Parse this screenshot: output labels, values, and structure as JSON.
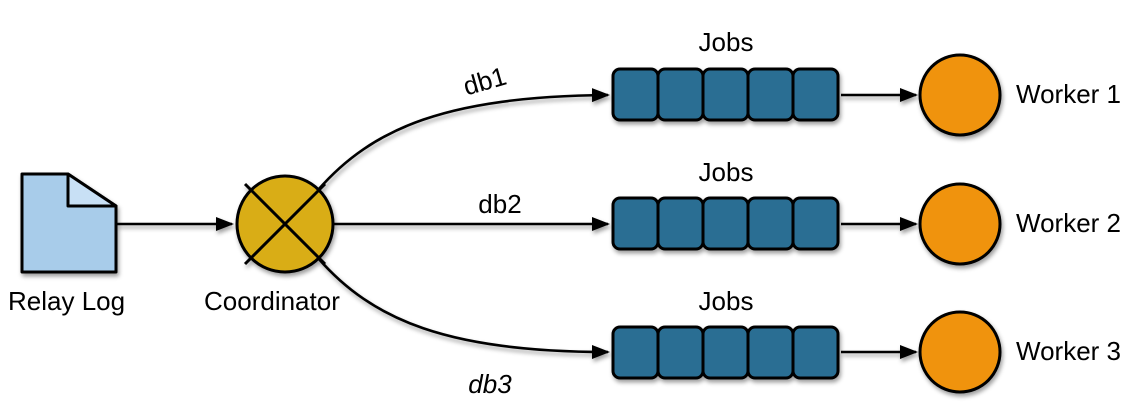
{
  "diagram": {
    "title": "relay-log-parallel-replication",
    "source": {
      "label": "Relay Log"
    },
    "coordinator": {
      "label": "Coordinator"
    },
    "channels": [
      {
        "label": "db1",
        "queue_label": "Jobs",
        "slots": 5,
        "worker_label": "Worker 1"
      },
      {
        "label": "db2",
        "queue_label": "Jobs",
        "slots": 5,
        "worker_label": "Worker 2"
      },
      {
        "label": "db3",
        "queue_label": "Jobs",
        "slots": 5,
        "worker_label": "Worker 3"
      }
    ],
    "colors": {
      "background": "#FFFFFF",
      "document_fill": "#A8CCEA",
      "document_fold_fill": "#C8E0F5",
      "coordinator_fill": "#D9AD17",
      "queue_fill": "#2B6E93",
      "worker_fill": "#F0930B",
      "stroke": "#000000",
      "text": "#000000"
    }
  }
}
